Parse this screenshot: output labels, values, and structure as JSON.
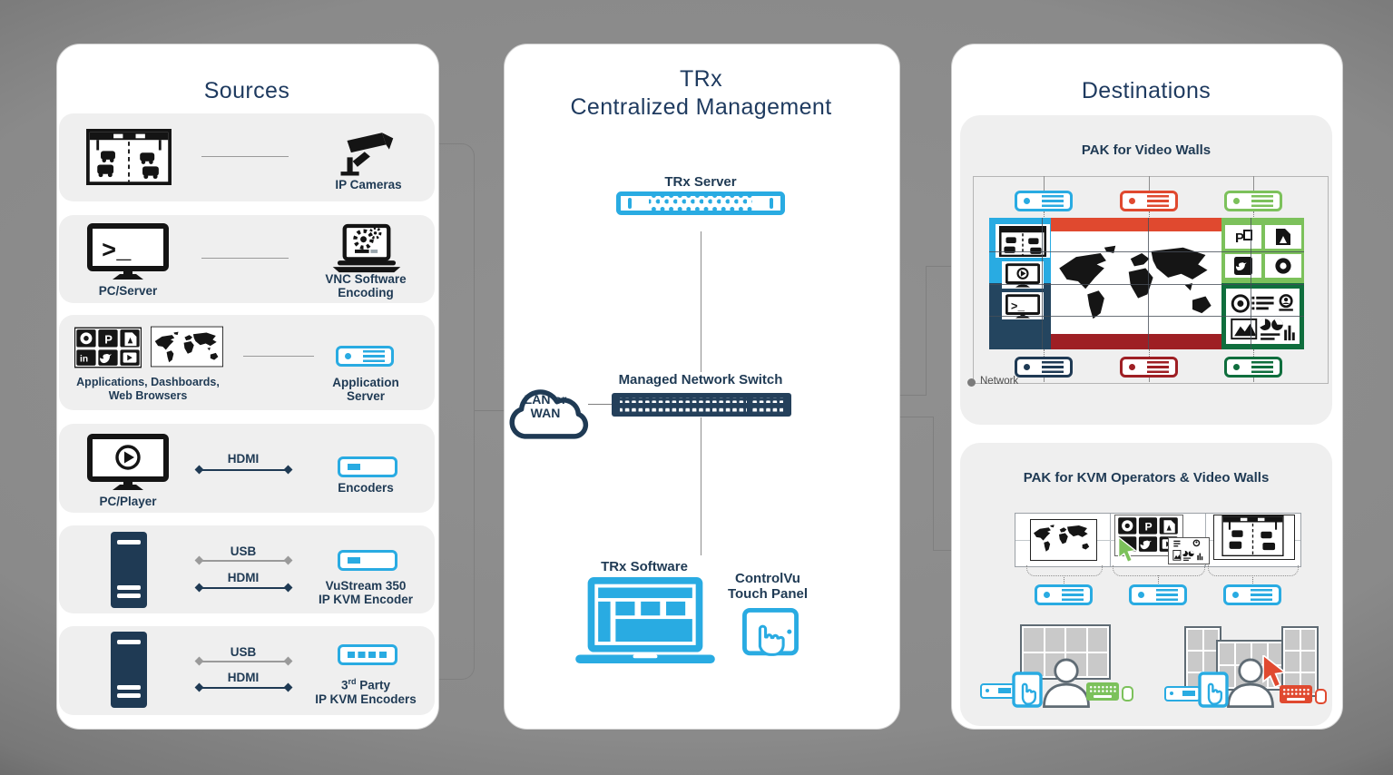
{
  "colors": {
    "navy": "#1F3A54",
    "heading": "#1E3A5F",
    "cyan": "#29ABE2",
    "red": "#E0492F",
    "dark_red": "#9E1F24",
    "green": "#7CC15B",
    "dark_green": "#0F6E3D"
  },
  "sources": {
    "title": "Sources",
    "rows": [
      {
        "right_label": "IP Cameras"
      },
      {
        "left_label": "PC/Server",
        "right_label1": "VNC Software",
        "right_label2": "Encoding"
      },
      {
        "left_label1": "Applications, Dashboards,",
        "left_label2": "Web Browsers",
        "right_label1": "Application",
        "right_label2": "Server"
      },
      {
        "left_label": "PC/Player",
        "link1": "HDMI",
        "right_label": "Encoders"
      },
      {
        "link1": "USB",
        "link2": "HDMI",
        "right_label1": "VuStream 350",
        "right_label2": "IP KVM Encoder"
      },
      {
        "link1": "USB",
        "link2": "HDMI",
        "right_label_num": "3",
        "right_label_sup": "rd",
        "right_label_rest": " Party",
        "right_label2": "IP KVM Encoders"
      }
    ]
  },
  "center": {
    "title_line1": "TRx",
    "title_line2": "Centralized Management",
    "server_label": "TRx Server",
    "cloud_line1": "LAN or",
    "cloud_line2": "WAN",
    "switch_label": "Managed Network Switch",
    "software_label": "TRx Software",
    "touch_line1": "ControlVu",
    "touch_line2": "Touch Panel"
  },
  "destinations": {
    "title": "Destinations",
    "card_video_walls": {
      "title": "PAK for Video Walls",
      "network_label": "Network"
    },
    "card_kvm": {
      "title": "PAK for KVM Operators & Video Walls"
    }
  },
  "icons": {
    "traffic-camera-feed": "monochrome road scene",
    "ip-camera": "cctv camera",
    "terminal-monitor": "monitor with >_",
    "play-monitor": "monitor with play button",
    "vnc-laptop": "laptop with gears",
    "apps-grid": "browser/app logos",
    "world-map": "world map",
    "cloud": "LAN/WAN cloud",
    "server": "rack server",
    "network-switch": "switch with ports",
    "software-laptop": "laptop with UI",
    "touch-tablet": "tablet with hand",
    "pak-device": "decoder box",
    "operator": "person silhouette",
    "keyboard": "keyboard with mouse",
    "cursor": "mouse arrow"
  }
}
